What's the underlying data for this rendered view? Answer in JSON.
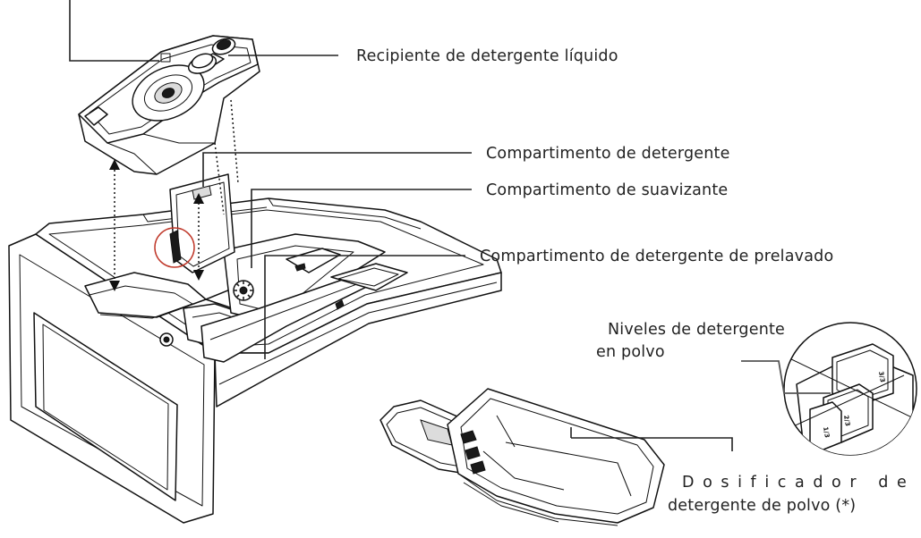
{
  "labels": {
    "liquid_container": "Recipiente de detergente líquido",
    "detergent_compartment": "Compartimento de detergente",
    "softener_compartment": "Compartimento de suavizante",
    "prewash_compartment": "Compartimento de detergente de prelavado",
    "powder_levels_line1": "Niveles de detergente",
    "powder_levels_line2": "en polvo",
    "dispenser_line1": "Dosificador de",
    "dispenser_line2": "detergente de polvo (*)"
  },
  "scale_marks": {
    "level_full": "3/3",
    "level_two_thirds": "2/3",
    "level_one_third": "1/3"
  },
  "icons": [
    "liquid-detergent-container-illustration",
    "detergent-drawer-illustration",
    "powder-measuring-scoop-illustration",
    "powder-level-magnifier-illustration"
  ]
}
